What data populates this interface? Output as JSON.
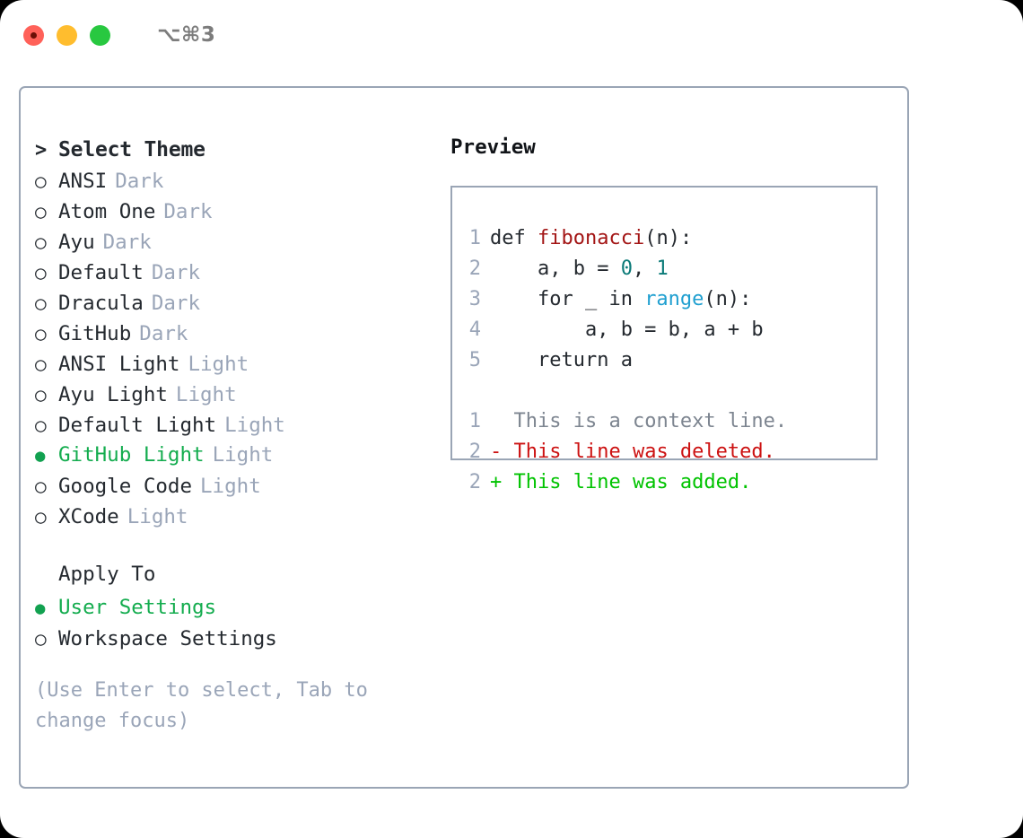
{
  "titlebar": {
    "shortcut": "⌥⌘3",
    "buttons": [
      {
        "name": "close",
        "color": "#ff6159"
      },
      {
        "name": "minimize",
        "color": "#ffbd2e"
      },
      {
        "name": "maximize",
        "color": "#28c840"
      }
    ]
  },
  "theme_list": {
    "heading_marker": ">",
    "heading": "Select Theme",
    "items": [
      {
        "marker": "○",
        "label": "ANSI",
        "tag": "Dark",
        "selected": false
      },
      {
        "marker": "○",
        "label": "Atom One",
        "tag": "Dark",
        "selected": false
      },
      {
        "marker": "○",
        "label": "Ayu",
        "tag": "Dark",
        "selected": false
      },
      {
        "marker": "○",
        "label": "Default",
        "tag": "Dark",
        "selected": false
      },
      {
        "marker": "○",
        "label": "Dracula",
        "tag": "Dark",
        "selected": false
      },
      {
        "marker": "○",
        "label": "GitHub",
        "tag": "Dark",
        "selected": false
      },
      {
        "marker": "○",
        "label": "ANSI Light",
        "tag": "Light",
        "selected": false
      },
      {
        "marker": "○",
        "label": "Ayu Light",
        "tag": "Light",
        "selected": false
      },
      {
        "marker": "○",
        "label": "Default Light",
        "tag": "Light",
        "selected": false
      },
      {
        "marker": "●",
        "label": "GitHub Light",
        "tag": "Light",
        "selected": true
      },
      {
        "marker": "○",
        "label": "Google Code",
        "tag": "Light",
        "selected": false
      },
      {
        "marker": "○",
        "label": "XCode",
        "tag": "Light",
        "selected": false
      }
    ]
  },
  "apply_to": {
    "heading": "Apply To",
    "items": [
      {
        "marker": "●",
        "label": "User Settings",
        "selected": true
      },
      {
        "marker": "○",
        "label": "Workspace Settings",
        "selected": false
      }
    ]
  },
  "hint": "(Use Enter to select, Tab to change focus)",
  "preview": {
    "title": "Preview",
    "code_lines": [
      {
        "no": "1",
        "segments": [
          {
            "text": "def ",
            "kind": "plain"
          },
          {
            "text": "fibonacci",
            "kind": "fn"
          },
          {
            "text": "(n):",
            "kind": "plain"
          }
        ]
      },
      {
        "no": "2",
        "segments": [
          {
            "text": "    a, b = ",
            "kind": "plain"
          },
          {
            "text": "0",
            "kind": "num"
          },
          {
            "text": ", ",
            "kind": "plain"
          },
          {
            "text": "1",
            "kind": "num"
          }
        ]
      },
      {
        "no": "3",
        "segments": [
          {
            "text": "    for _ in ",
            "kind": "plain"
          },
          {
            "text": "range",
            "kind": "call"
          },
          {
            "text": "(n):",
            "kind": "plain"
          }
        ]
      },
      {
        "no": "4",
        "segments": [
          {
            "text": "        a, b = b, a + b",
            "kind": "plain"
          }
        ]
      },
      {
        "no": "5",
        "segments": [
          {
            "text": "    return a",
            "kind": "plain"
          }
        ]
      }
    ],
    "diff_lines": [
      {
        "no": "1",
        "sign": "  ",
        "text": "This is a context line.",
        "kind": "ctx"
      },
      {
        "no": "2",
        "sign": "- ",
        "text": "This line was deleted.",
        "kind": "del"
      },
      {
        "no": "2",
        "sign": "+ ",
        "text": "This line was added.",
        "kind": "add"
      }
    ]
  },
  "colors": {
    "selected_green": "#13ac4e",
    "tag_muted": "#9aa5b8",
    "border": "#9aa5b5",
    "diff_delete": "#cc1111",
    "diff_add": "#00c300",
    "syntax_function": "#a31515",
    "syntax_number": "#0b7a78",
    "syntax_call": "#1f9fd0"
  }
}
